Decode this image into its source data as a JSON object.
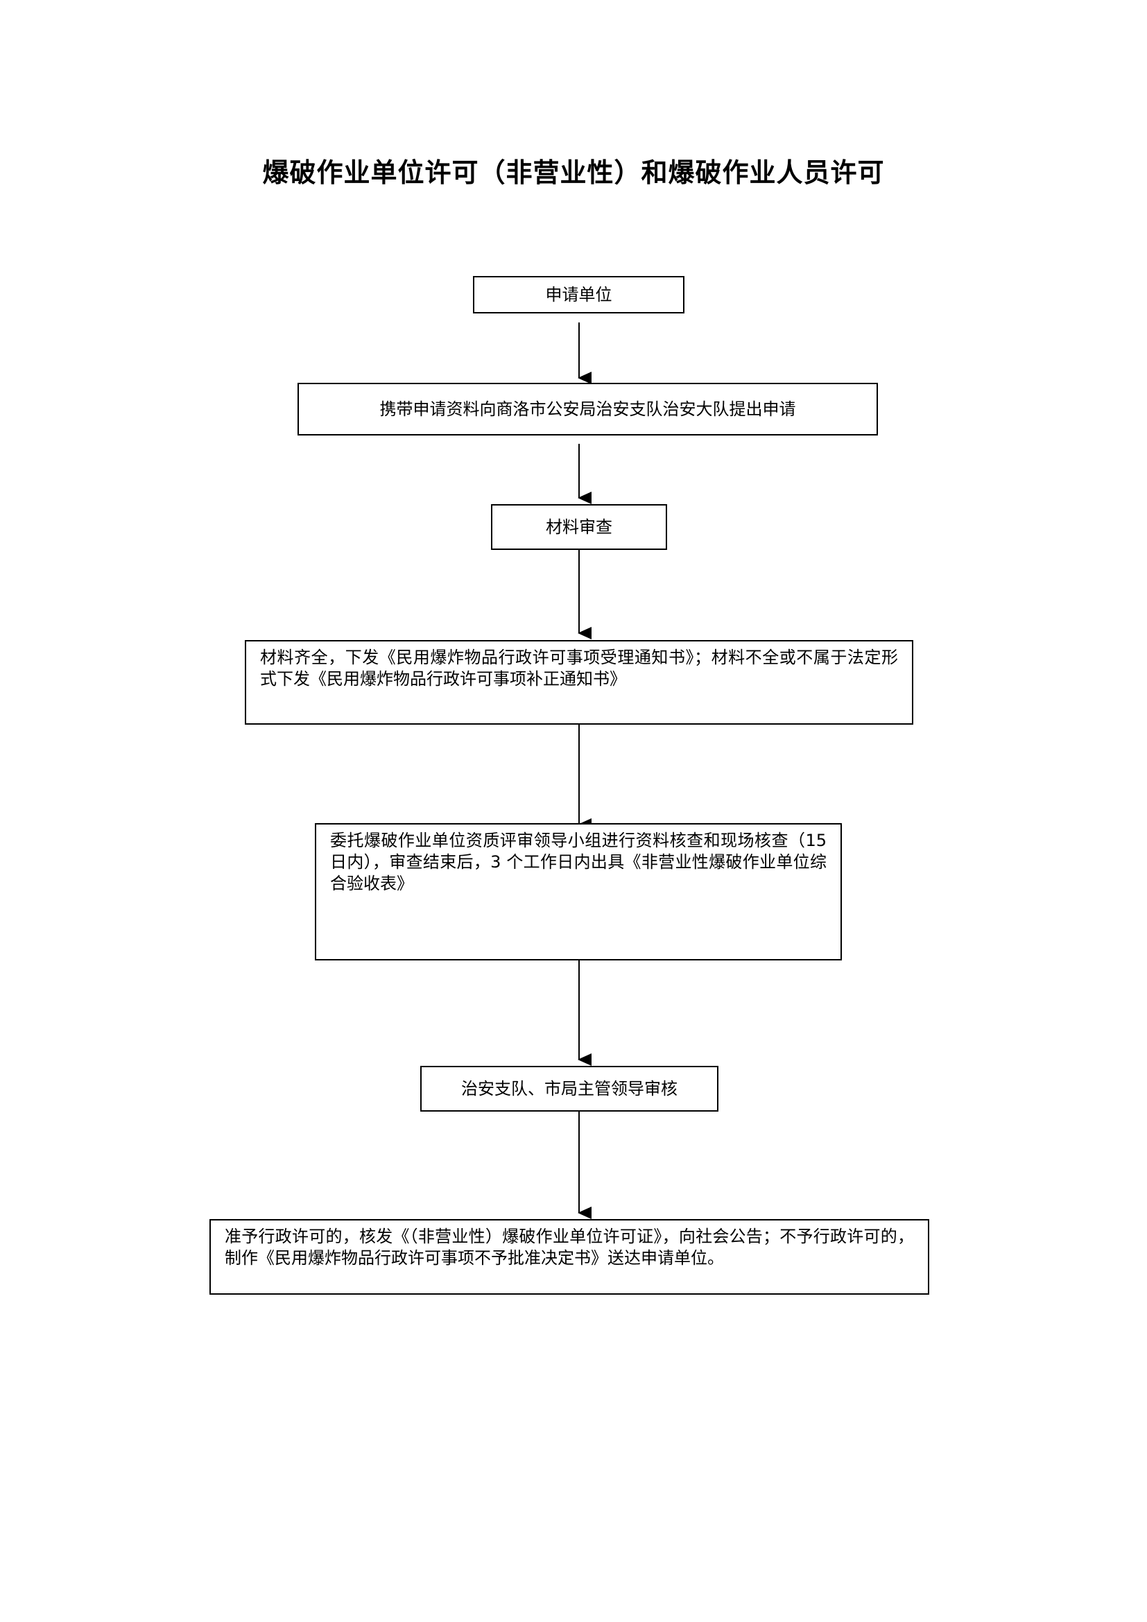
{
  "title": "爆破作业单位许可（非营业性）和爆破作业人员许可",
  "steps": [
    "申请单位",
    "携带申请资料向商洛市公安局治安支队治安大队提出申请",
    "材料审查",
    "材料齐全，下发《民用爆炸物品行政许可事项受理通知书》；材料不全或不属于法定形式下发《民用爆炸物品行政许可事项补正通知书》",
    "委托爆破作业单位资质评审领导小组进行资料核查和现场核查（15 日内），审查结束后，3 个工作日内出具《非营业性爆破作业单位综合验收表》",
    "治安支队、市局主管领导审核",
    "准予行政许可的，核发《（非营业性）爆破作业单位许可证》，向社会公告；不予行政许可的，制作《民用爆炸物品行政许可事项不予批准决定书》送达申请单位。"
  ]
}
